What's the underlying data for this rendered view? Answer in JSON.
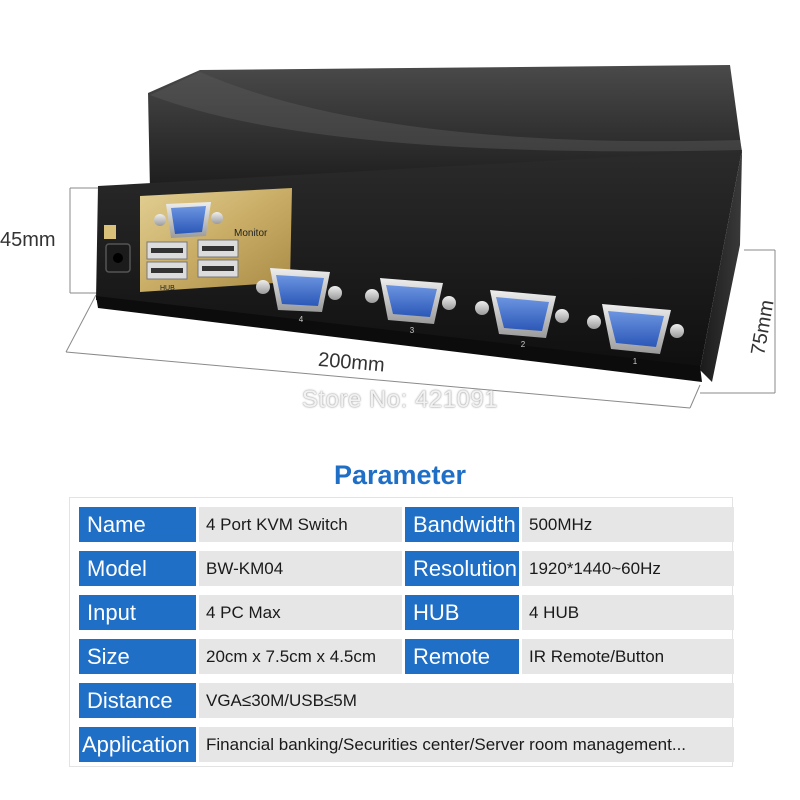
{
  "dimensions": {
    "height_label": "45mm",
    "width_label": "200mm",
    "depth_label": "75mm"
  },
  "device": {
    "monitor_label": "Monitor",
    "hub_label": "HUB",
    "port_numbers": [
      "4",
      "3",
      "2",
      "1"
    ]
  },
  "watermark": "Store No: 421091",
  "parameter_title": "Parameter",
  "colors": {
    "accent": "#1f6fc6",
    "cell_bg": "#e6e6e6"
  },
  "params": [
    {
      "label": "Name",
      "value": "4 Port KVM Switch",
      "label2": "Bandwidth",
      "value2": "500MHz"
    },
    {
      "label": "Model",
      "value": "BW-KM04",
      "label2": "Resolution",
      "value2": "1920*1440~60Hz"
    },
    {
      "label": "Input",
      "value": "4 PC Max",
      "label2": "HUB",
      "value2": "4 HUB"
    },
    {
      "label": "Size",
      "value": "20cm x 7.5cm x 4.5cm",
      "label2": "Remote",
      "value2": "IR Remote/Button"
    },
    {
      "label": "Distance",
      "value": "VGA≤30M/USB≤5M"
    },
    {
      "label": "Application",
      "value": "Financial banking/Securities center/Server room management..."
    }
  ]
}
